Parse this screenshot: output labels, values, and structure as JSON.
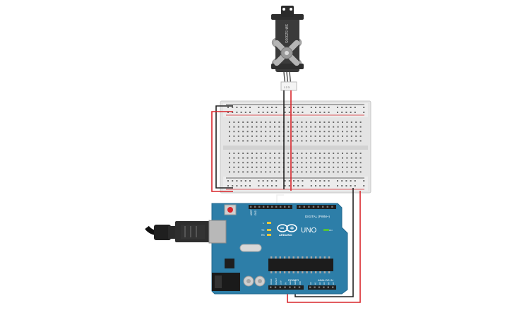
{
  "servo": {
    "model_label": "SM-S2309S",
    "connector_label": "1 2 3"
  },
  "arduino": {
    "logo_text": "ARDUINO",
    "model_text": "UNO",
    "on_label": "ON",
    "tx_label": "TX",
    "rx_label": "RX",
    "l_label": "L",
    "digital_label": "DIGITAL (PWM~)",
    "power_label": "POWER",
    "analog_label": "ANALOG IN",
    "aref_label": "AREF",
    "gnd_label": "GND",
    "power_pins": [
      "IOREF",
      "RESET",
      "3.3V",
      "5V",
      "GND",
      "GND",
      "VIN"
    ],
    "analog_pins": [
      "A0",
      "A1",
      "A2",
      "A3",
      "A4",
      "A5"
    ]
  },
  "colors": {
    "board": "#2d7ea8",
    "wire_red": "#d9262c",
    "wire_black": "#222222",
    "breadboard": "#e6e6e6",
    "servo_body": "#3a3a3a"
  }
}
